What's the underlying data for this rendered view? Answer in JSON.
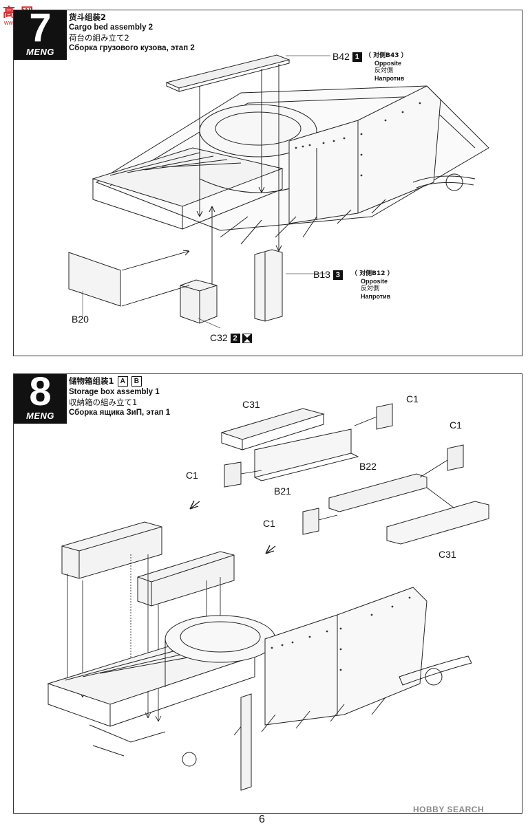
{
  "watermark": {
    "title": "高 网",
    "site": "www.hoshoo.com"
  },
  "step7": {
    "number": "7",
    "brand": "MENG",
    "title_zh": "货斗组装2",
    "title_en": "Cargo bed assembly 2",
    "title_ja": "荷台の組み立て2",
    "title_ru": "Сборка грузового кузова, этап 2",
    "labels": {
      "b42": "B42",
      "b42_step": "1",
      "b42_note_zh": "（ 对侧B43 ）",
      "b42_note_en": "Opposite",
      "b42_note_ja": "反対側",
      "b42_note_ru": "Напротив",
      "b13": "B13",
      "b13_step": "3",
      "b13_note_zh": "（ 对侧B12 ）",
      "b13_note_en": "Opposite",
      "b13_note_ja": "反対側",
      "b13_note_ru": "Напротив",
      "b20": "B20",
      "c32": "C32",
      "c32_step": "2"
    }
  },
  "step8": {
    "number": "8",
    "brand": "MENG",
    "title_zh": "储物箱组装1",
    "box_a": "A",
    "box_b": "B",
    "title_en": "Storage box assembly 1",
    "title_ja": "収納箱の組み立て1",
    "title_ru": "Сборка ящика ЗиП, этап 1",
    "labels": {
      "c31_top": "C31",
      "c1_top_right": "C1",
      "c1_right": "C1",
      "c1_left": "C1",
      "b21": "B21",
      "b22": "B22",
      "c1_mid": "C1",
      "c31_bottom": "C31"
    }
  },
  "footer": {
    "page": "6",
    "credit": "HOBBY SEARCH"
  }
}
